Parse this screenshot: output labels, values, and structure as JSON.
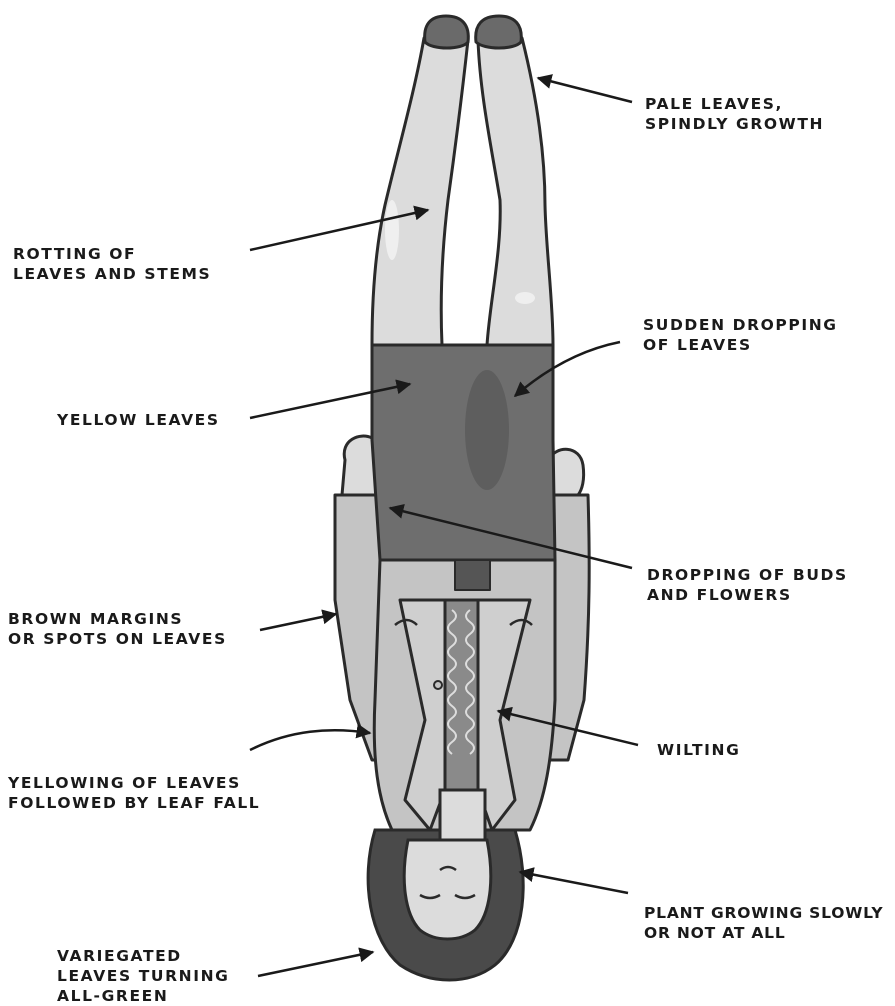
{
  "labels": {
    "pale_leaves": [
      "PALE LEAVES,",
      "SPINDLY GROWTH"
    ],
    "rotting": [
      "ROTTING OF",
      "LEAVES AND STEMS"
    ],
    "sudden_dropping": [
      "SUDDEN DROPPING",
      "OF LEAVES"
    ],
    "yellow_leaves": [
      "YELLOW LEAVES"
    ],
    "dropping_buds": [
      "DROPPING OF BUDS",
      "AND FLOWERS"
    ],
    "brown_margins": [
      "BROWN MARGINS",
      "OR SPOTS ON LEAVES"
    ],
    "wilting": [
      "WILTING"
    ],
    "yellowing_fall": [
      "YELLOWING OF LEAVES",
      "FOLLOWED BY LEAF FALL"
    ],
    "growing_slowly": [
      "PLANT GROWING SLOWLY",
      "OR NOT AT ALL"
    ],
    "variegated": [
      "VARIEGATED",
      "LEAVES TURNING",
      "ALL-GREEN"
    ]
  },
  "colors": {
    "skin": "#dcdcdc",
    "jacket": "#c4c4c4",
    "skirt": "#6e6e6e",
    "hair": "#4a4a4a",
    "outline": "#2a2a2a",
    "arrow": "#1a1a1a"
  }
}
